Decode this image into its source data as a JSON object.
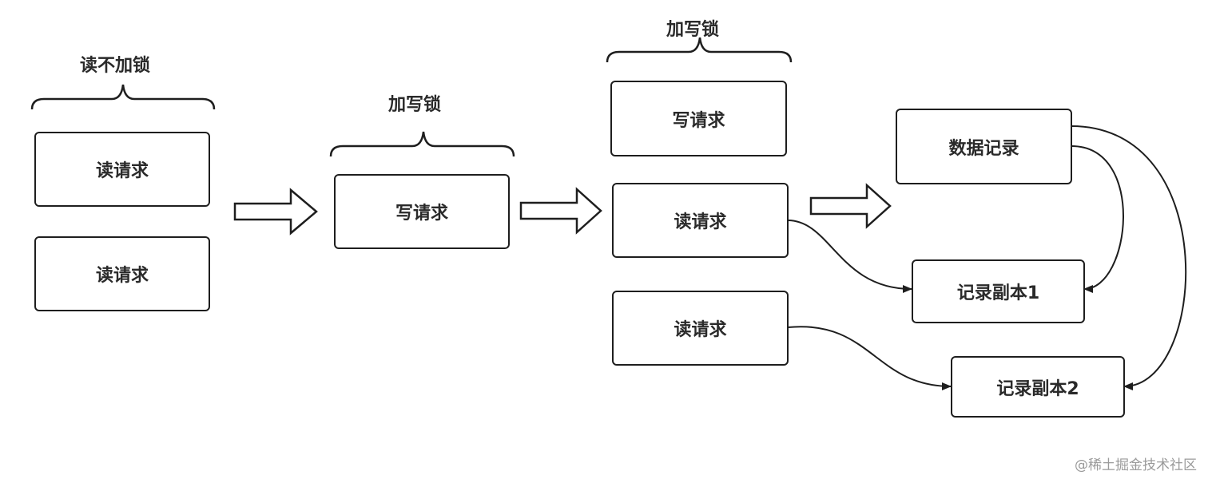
{
  "stage1": {
    "brace_label": "读不加锁",
    "boxes": [
      "读请求",
      "读请求"
    ]
  },
  "stage2": {
    "brace_label": "加写锁",
    "boxes": [
      "写请求"
    ]
  },
  "stage3": {
    "brace_label": "加写锁",
    "boxes": [
      "写请求",
      "读请求",
      "读请求"
    ]
  },
  "stage4": {
    "boxes": [
      "数据记录",
      "记录副本1",
      "记录副本2"
    ]
  },
  "watermark": "@稀土掘金技术社区"
}
